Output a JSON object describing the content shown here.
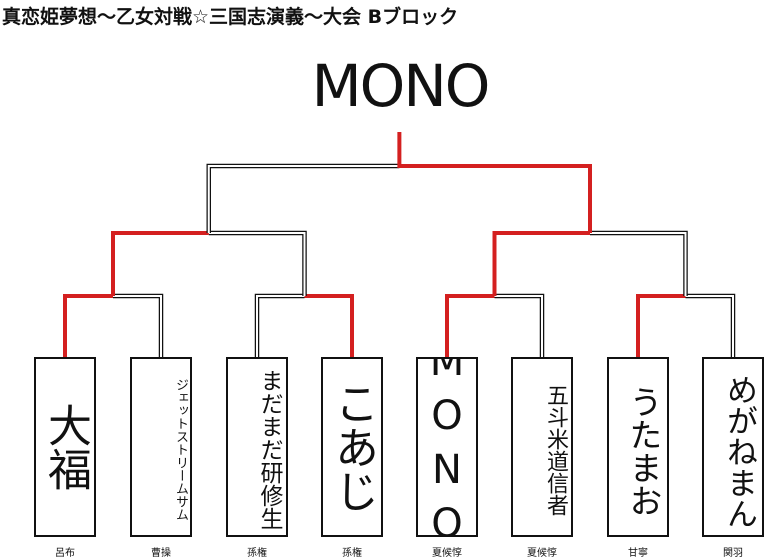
{
  "title": "真恋姫夢想～乙女対戦☆三国志演義～大会 Bブロック",
  "winner": "MONO",
  "colors": {
    "win": "#d42020",
    "line": "#111111"
  },
  "entrants": [
    {
      "name": "大福",
      "character": "呂布"
    },
    {
      "name": "ジェットストリームサム",
      "character": "曹操"
    },
    {
      "name": "まだまだ研修生",
      "character": "孫権"
    },
    {
      "name": "こあじ",
      "character": "孫権"
    },
    {
      "name": "MONO",
      "character": "夏候惇"
    },
    {
      "name": "五斗米道信者",
      "character": "夏候惇"
    },
    {
      "name": "うたまお",
      "character": "甘寧"
    },
    {
      "name": "めがねまん",
      "character": "関羽"
    }
  ],
  "rounds": {
    "round1_winners": [
      0,
      3,
      4,
      6
    ],
    "semi_winners": [
      0,
      4
    ],
    "final_winner": 4
  }
}
